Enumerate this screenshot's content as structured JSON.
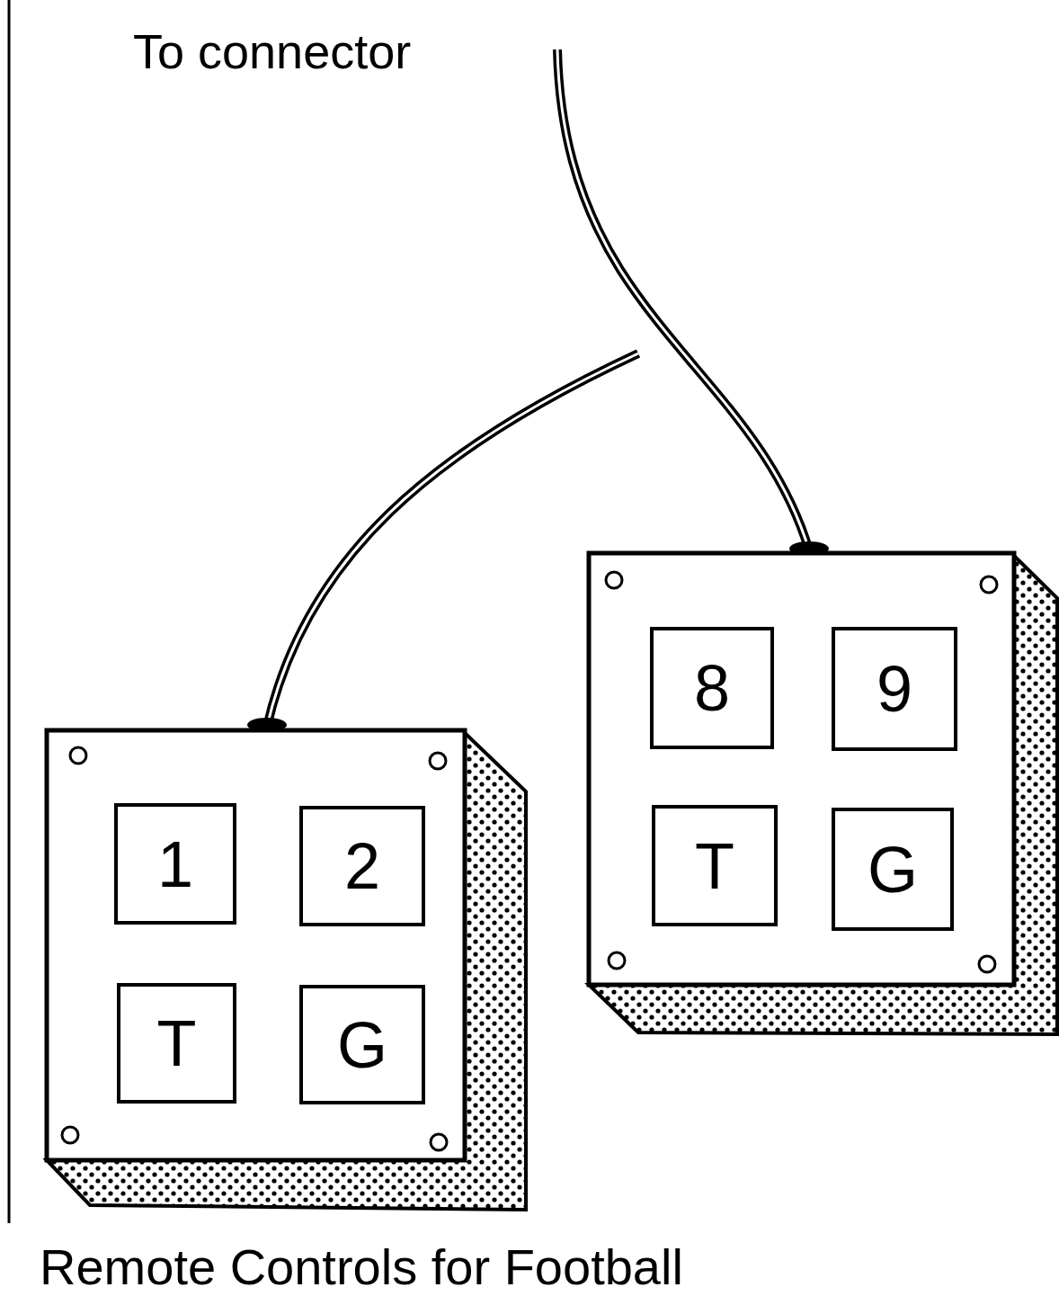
{
  "diagram": {
    "caption": "Remote Controls for Football",
    "nodes": [
      {
        "text": [
          "1"
        ]
      },
      {
        "text": [
          "2"
        ]
      },
      {
        "text": [
          "T"
        ]
      },
      {
        "text": [
          "G"
        ]
      },
      {
        "text": [
          "8"
        ]
      },
      {
        "text": [
          "9"
        ]
      },
      {
        "text": [
          "T"
        ]
      },
      {
        "text": [
          "G"
        ]
      }
    ],
    "labels": [
      "To connector"
    ]
  }
}
